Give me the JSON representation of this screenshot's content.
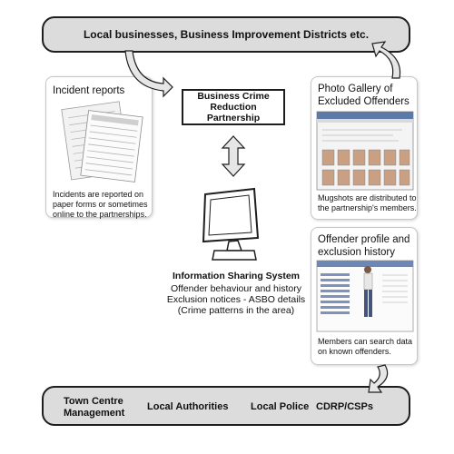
{
  "top_bar": {
    "label": "Local businesses, Business Improvement Districts etc."
  },
  "partnership": {
    "label": "Business Crime Reduction Partnership"
  },
  "incident": {
    "title": "Incident reports",
    "caption": "Incidents are reported on paper forms or sometimes online to the partnerships."
  },
  "gallery": {
    "title": "Photo Gallery of Excluded Offenders",
    "caption": "Mugshots are distributed to the partnership's members."
  },
  "profile": {
    "title": "Offender profile and exclusion history",
    "caption": "Members can search data on known offenders."
  },
  "iss": {
    "title": "Information Sharing System",
    "line1": "Offender behaviour and history",
    "line2": "Exclusion notices - ASBO details",
    "line3": "(Crime patterns in the area)"
  },
  "bottom_bar": {
    "town": "Town Centre Management",
    "authorities": "Local Authorities",
    "police": "Local Police",
    "cdrp": "CDRP/CSPs"
  },
  "colors": {
    "bar_fill": "#dcdcdc",
    "arrow_fill": "#e6e6e6",
    "stroke": "#1e1e1e"
  },
  "icons": [
    "curved-arrow-icon",
    "double-arrow-icon",
    "monitor-icon"
  ]
}
